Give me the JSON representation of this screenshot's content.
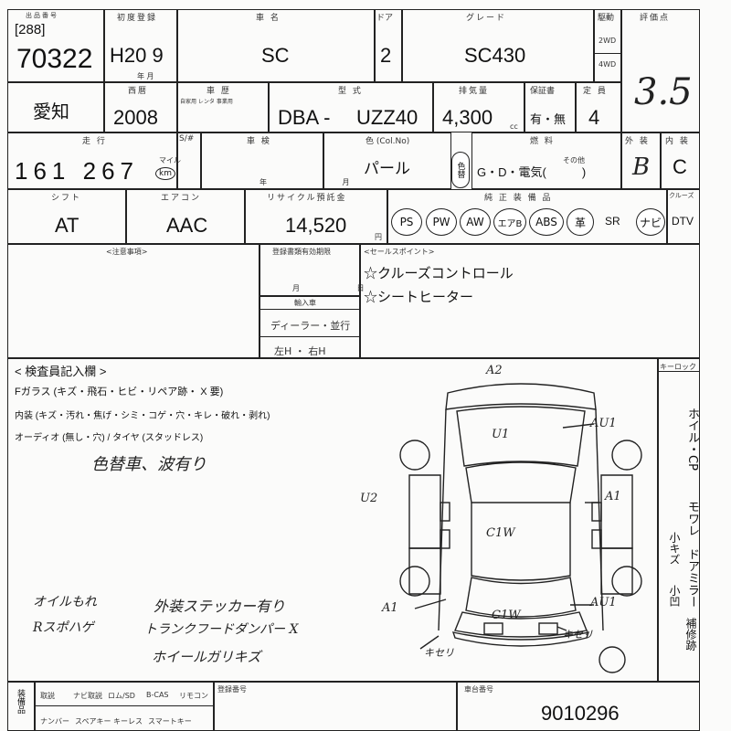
{
  "header": {
    "lot_label": "出品番号",
    "lot_small": "[288]",
    "lot_number": "70322",
    "first_reg_label": "初度登録",
    "first_reg": "H20 9",
    "first_reg_suffix": "年 月",
    "model_label": "車 名",
    "model": "SC",
    "doors_label": "ドア",
    "doors": "2",
    "grade_label": "グレード",
    "grade": "SC430",
    "drive_label": "駆動",
    "drive_2wd": "2WD",
    "drive_4wd": "4WD",
    "score_label": "評価点",
    "score": "3.5"
  },
  "row2": {
    "region": "愛知",
    "year_label": "西暦",
    "year": "2008",
    "chassis_label": "車 歴",
    "chassis_sub": "自家用 レンタ 事業用",
    "type_label": "型 式",
    "type_prefix": "DBA -",
    "type_code": "UZZ40",
    "displacement_label": "排気量",
    "displacement": "4,300",
    "displacement_unit": "cc",
    "warranty_label": "保証書",
    "warranty": "有・無",
    "capacity_label": "定 員",
    "capacity": "4"
  },
  "row3": {
    "mileage_label": "走 行",
    "mileage": "161 267",
    "mileage_unit_mile": "マイル",
    "mileage_unit_km": "km",
    "sticker_label": "S/#",
    "inspection_label": "車 検",
    "inspection_suffix": "年 月",
    "color_label": "色 (Col.No)",
    "color": "パール",
    "color_change": "色替",
    "fuel_label": "燃 料",
    "fuel": "G・D・電気(　　　)",
    "fuel_other": "その他",
    "exterior_label": "外 装",
    "exterior": "B",
    "interior_label": "内 装",
    "interior": "C"
  },
  "row4": {
    "shift_label": "シフト",
    "shift": "AT",
    "ac_label": "エアコン",
    "ac": "AAC",
    "recycle_label": "リサイクル預託金",
    "recycle": "14,520",
    "recycle_unit": "円",
    "equipment_label": "純 正 装 備 品",
    "cruise_label": "クルーズ",
    "equipment": [
      "PS",
      "PW",
      "AW",
      "エアB",
      "ABS",
      "革",
      "SR",
      "ナビ",
      "DTV"
    ]
  },
  "row5": {
    "caution_label": "<注意事項>",
    "reg_deadline_label": "登録書類有効期限",
    "reg_deadline_suffix": "月 日",
    "import_label": "輸入車",
    "import_dealer": "ディーラー・並行",
    "import_handle": "左H ・ 右H",
    "selling_label": "<セールスポイント>",
    "selling_points": [
      "☆クルーズコントロール",
      "☆シートヒーター"
    ]
  },
  "inspector": {
    "section_label": "< 検査員記入欄 >",
    "glass_line": "Fガラス (キズ・飛石・ヒビ・リペア跡・ X 要)",
    "interior_line": "内装 (キズ・汚れ・焦げ・シミ・コゲ・穴・キレ・破れ・剥れ)",
    "audio_line": "オーディオ (無し・穴) / タイヤ (スタッドレス)",
    "note_colorchange": "色替車、波有り",
    "note_oil": "オイルもれ",
    "note_spoiler": "Rスポハゲ",
    "note_sticker": "外装ステッカー有り",
    "note_trunk": "トランクフードダンパー X",
    "note_wheel": "ホイールガリキズ"
  },
  "diagram": {
    "keylock_label": "キーロック",
    "marks": {
      "a2": "A2",
      "u1": "U1",
      "au1_front": "AU1",
      "u2": "U2",
      "a1_right": "A1",
      "c1_center": "C1W",
      "a1_left": "A1",
      "au1_rear": "AU1",
      "c1_rear": "C1W",
      "cut_right": "キセリ",
      "cut_left": "キセリ"
    },
    "side_notes": "ホイル・CP・モワレ / ドアミラー・小キズ・小凹",
    "side_notes_a": "ホイル・CP",
    "side_notes_b": "モワレ",
    "side_notes_c": "ドアミラー",
    "side_notes_d": "小キズ",
    "side_notes_e": "小凹",
    "side_notes_f": "補修跡"
  },
  "footer": {
    "accessories_label": "装備品",
    "row1": [
      "取説",
      "ナビ取説",
      "ロム/SD",
      "B-CAS",
      "リモコン"
    ],
    "row2": [
      "ナンバー",
      "スペアキー",
      "キーレス",
      "スマートキー"
    ],
    "reg_label": "登録番号",
    "vehicle_no_label": "車台番号",
    "vehicle_no": "9010296"
  }
}
